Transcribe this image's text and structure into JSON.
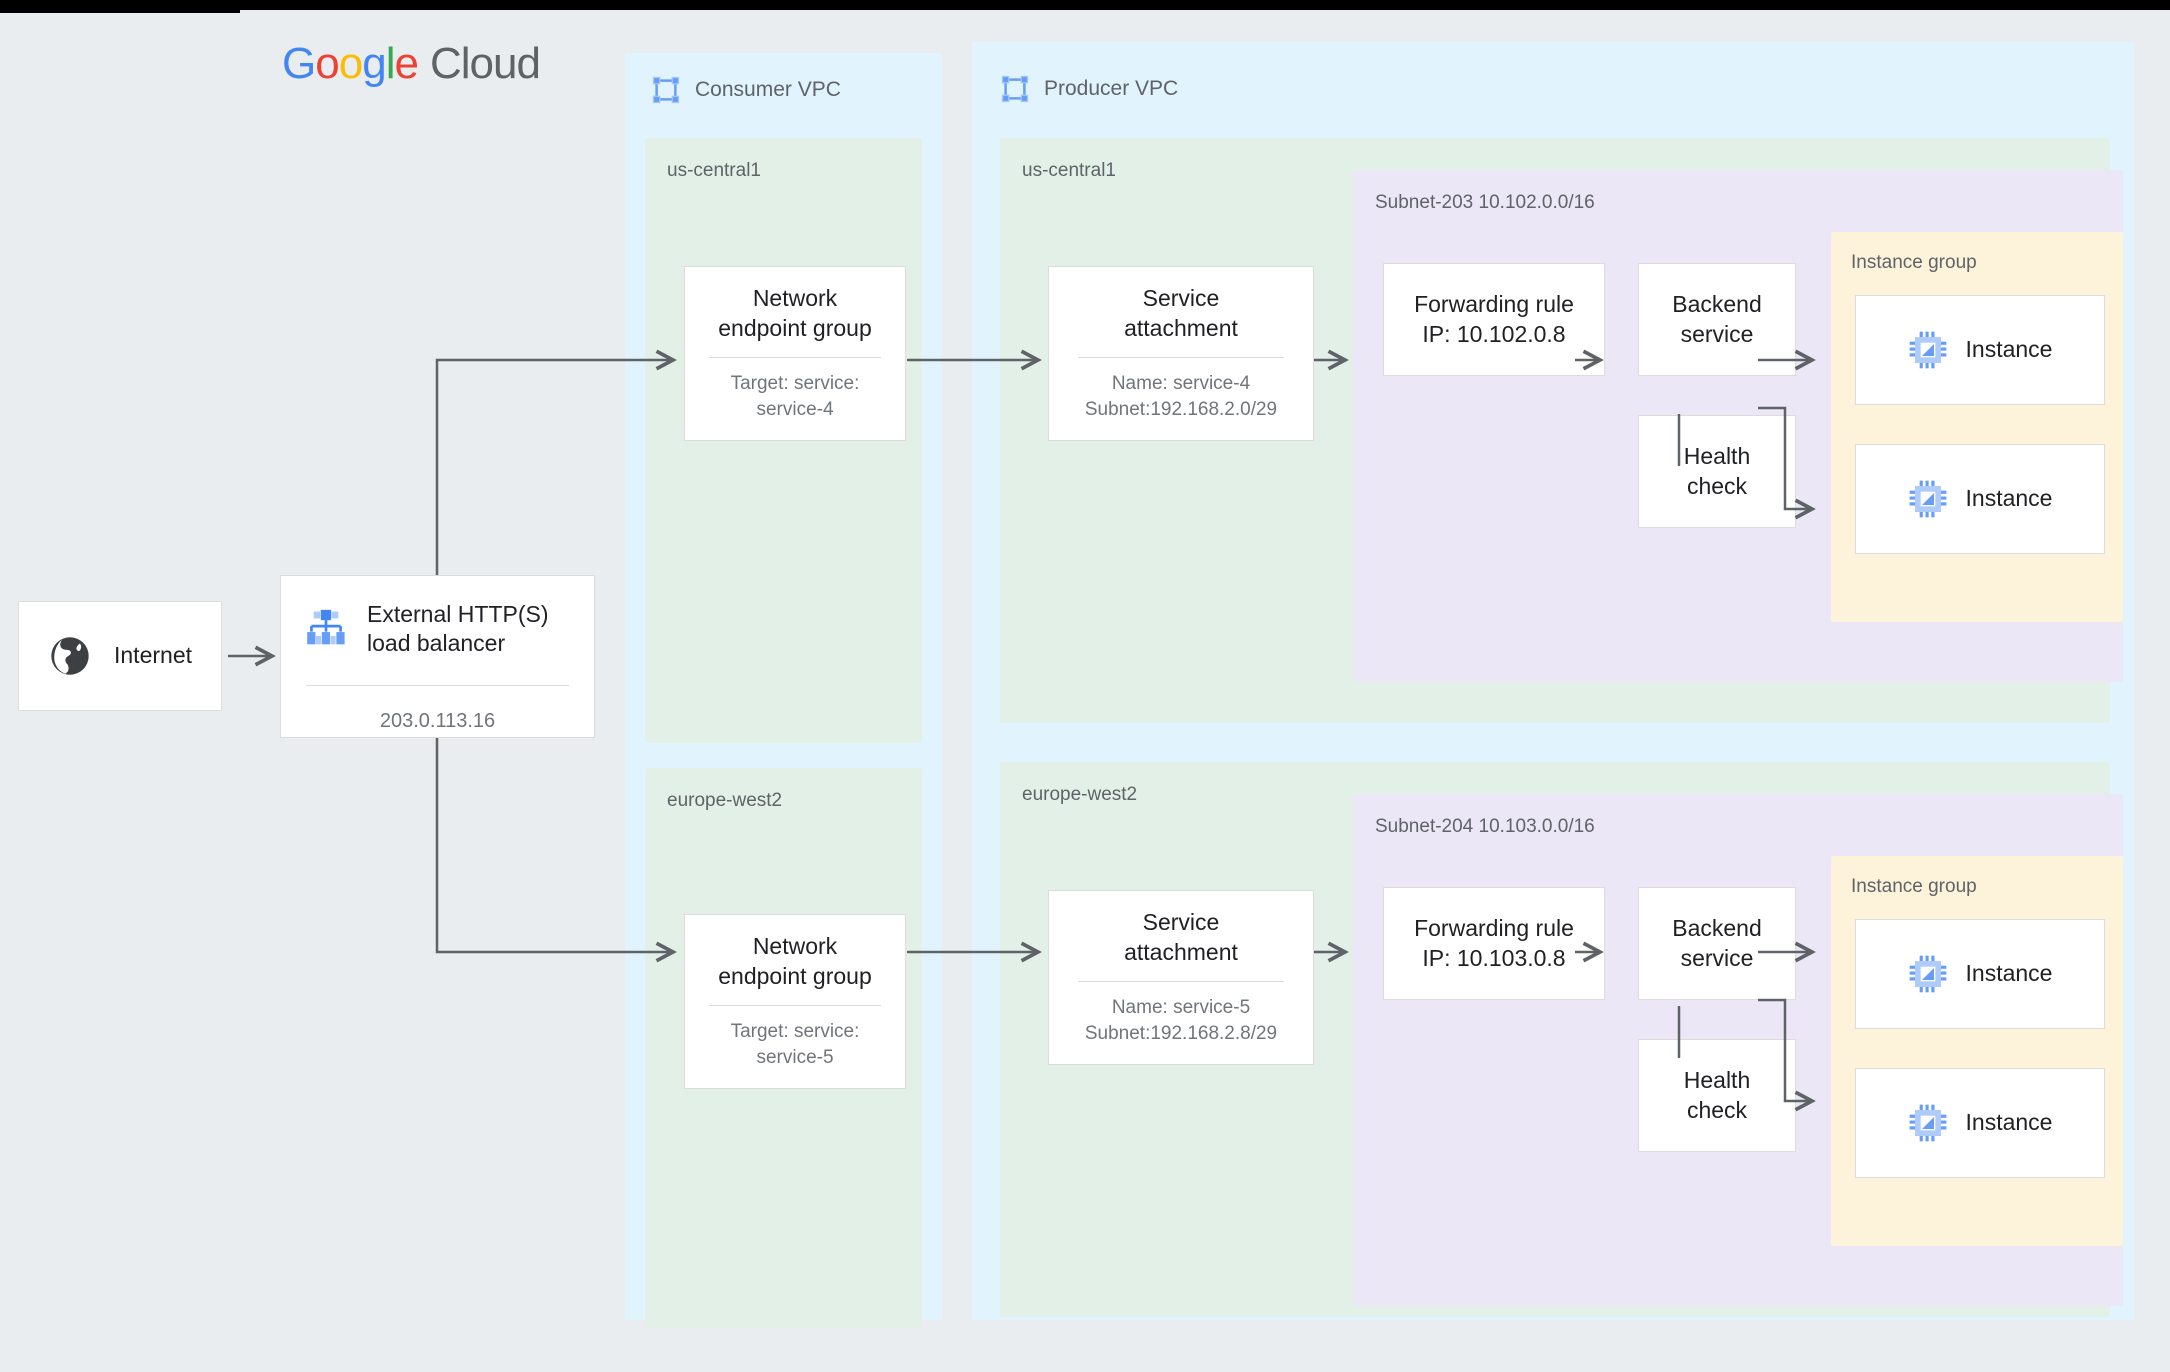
{
  "logo": {
    "g": "G",
    "o": "o",
    "o2": "o",
    "g2": "g",
    "l": "l",
    "e": "e",
    "cloud": "Cloud"
  },
  "internet": {
    "label": "Internet",
    "icon": "globe-icon"
  },
  "load_balancer": {
    "title": "External HTTP(S)\nload balancer",
    "ip": "203.0.113.16",
    "icon": "load-balancer-icon"
  },
  "consumer_vpc": {
    "title": "Consumer VPC",
    "icon": "vpc-icon",
    "regions": [
      {
        "name": "us-central1",
        "neg": {
          "title": "Network\nendpoint group",
          "sub": "Target: service:\nservice-4"
        }
      },
      {
        "name": "europe-west2",
        "neg": {
          "title": "Network\nendpoint group",
          "sub": "Target: service:\nservice-5"
        }
      }
    ]
  },
  "producer_vpc": {
    "title": "Producer VPC",
    "icon": "vpc-icon",
    "regions": [
      {
        "name": "us-central1",
        "service_attachment": {
          "title": "Service\nattachment",
          "sub": "Name: service-4\nSubnet:192.168.2.0/29"
        },
        "subnet": {
          "label": "Subnet-203\n10.102.0.0/16",
          "forwarding_rule": {
            "title": "Forwarding rule\nIP: 10.102.0.8"
          },
          "backend_service": {
            "title": "Backend\nservice"
          },
          "health_check": {
            "title": "Health\ncheck"
          },
          "instance_group": {
            "label": "Instance group",
            "instances": [
              {
                "label": "Instance",
                "icon": "instance-chip-icon"
              },
              {
                "label": "Instance",
                "icon": "instance-chip-icon"
              }
            ]
          }
        }
      },
      {
        "name": "europe-west2",
        "service_attachment": {
          "title": "Service\nattachment",
          "sub": "Name: service-5\nSubnet:192.168.2.8/29"
        },
        "subnet": {
          "label": "Subnet-204\n10.103.0.0/16",
          "forwarding_rule": {
            "title": "Forwarding rule\nIP: 10.103.0.8"
          },
          "backend_service": {
            "title": "Backend\nservice"
          },
          "health_check": {
            "title": "Health\ncheck"
          },
          "instance_group": {
            "label": "Instance group",
            "instances": [
              {
                "label": "Instance",
                "icon": "instance-chip-icon"
              },
              {
                "label": "Instance",
                "icon": "instance-chip-icon"
              }
            ]
          }
        }
      }
    ]
  },
  "colors": {
    "canvas": "#eaedef",
    "vpc": "#e1f4fd",
    "region": "#e2f0e8",
    "subnet": "#ece7f6",
    "instance_group": "#fdf3db",
    "accent_blue": "#669df6",
    "stroke": "#5f6368"
  }
}
